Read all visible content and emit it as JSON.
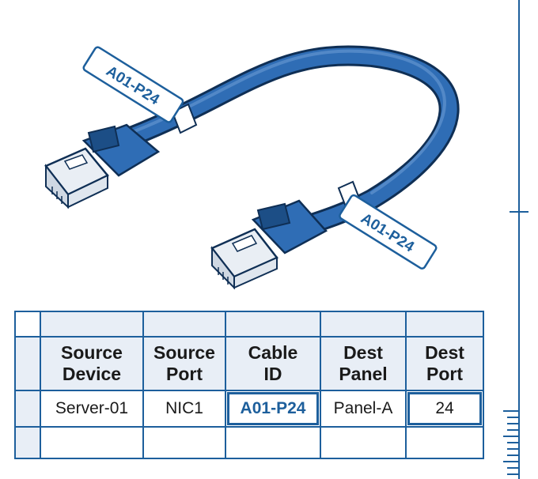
{
  "labels": {
    "tag_top": "A01-P24",
    "tag_bottom": "A01-P24"
  },
  "table": {
    "headers": [
      {
        "line1": "Source",
        "line2": "Device"
      },
      {
        "line1": "Source",
        "line2": "Port"
      },
      {
        "line1": "Cable",
        "line2": "ID"
      },
      {
        "line1": "Dest",
        "line2": "Panel"
      },
      {
        "line1": "Dest",
        "line2": "Port"
      }
    ],
    "row": [
      "Server-01",
      "NIC1",
      "A01-P24",
      "Panel-A",
      "24"
    ]
  },
  "colors": {
    "cable": "#2f6db5",
    "cable_shadow": "#1c4e86",
    "outline": "#0f2f55",
    "accent": "#1d5f9c",
    "panel_fill": "#e8eef6"
  }
}
